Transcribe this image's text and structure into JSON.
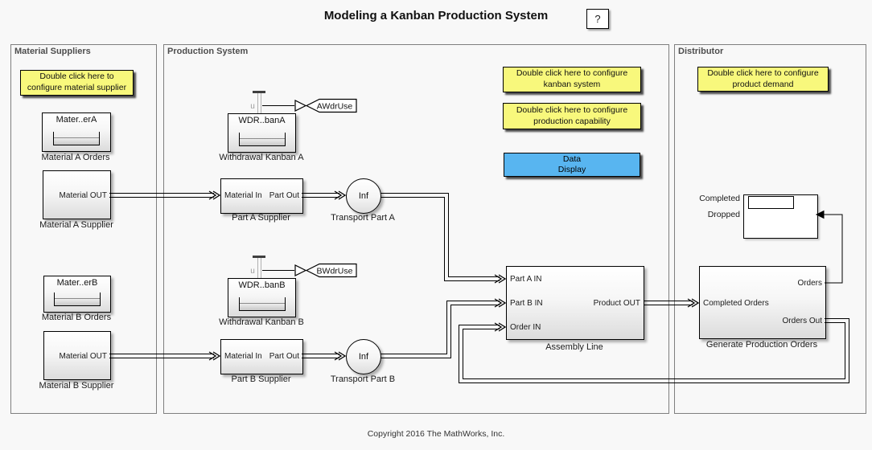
{
  "header": {
    "title": "Modeling a Kanban Production System",
    "help": "?"
  },
  "footer": {
    "copyright": "Copyright 2016 The MathWorks, Inc."
  },
  "colors": {
    "note_yellow": "#f8f87c",
    "display_blue": "#58b5f0",
    "block_border": "#000000",
    "panel_border": "#7f7f7f"
  },
  "panels": {
    "material_suppliers": {
      "label": "Material Suppliers",
      "note": "Double click here to\nconfigure material supplier",
      "material_a_orders": {
        "title": "Mater..erA",
        "caption": "Material A Orders"
      },
      "material_a_supplier": {
        "port_out": "Material OUT",
        "caption": "Material A Supplier"
      },
      "material_b_orders": {
        "title": "Mater..erB",
        "caption": "Material B Orders"
      },
      "material_b_supplier": {
        "port_out": "Material OUT",
        "caption": "Material B Supplier"
      }
    },
    "production_system": {
      "label": "Production System",
      "note_kanban": "Double click here to configure\nkanban system",
      "note_capability": "Double click here to configure\nproduction capability",
      "data_display": "Data\nDisplay",
      "withdrawal_kanban_a": {
        "title": "WDR..banA",
        "caption": "Withdrawal Kanban A",
        "tap": "u",
        "tag": "AWdrUse"
      },
      "withdrawal_kanban_b": {
        "title": "WDR..banB",
        "caption": "Withdrawal Kanban B",
        "tap": "u",
        "tag": "BWdrUse"
      },
      "part_a_supplier": {
        "port_in": "Material In",
        "port_out": "Part Out",
        "caption": "Part A Supplier"
      },
      "part_b_supplier": {
        "port_in": "Material In",
        "port_out": "Part Out",
        "caption": "Part B Supplier"
      },
      "transport_part_a": {
        "value": "Inf",
        "caption": "Transport Part A"
      },
      "transport_part_b": {
        "value": "Inf",
        "caption": "Transport Part B"
      },
      "assembly_line": {
        "port_a": "Part A IN",
        "port_b": "Part B IN",
        "port_order": "Order IN",
        "port_out": "Product OUT",
        "caption": "Assembly Line"
      }
    },
    "distributor": {
      "label": "Distributor",
      "note": "Double click here to configure\nproduct demand",
      "display": {
        "row1": "Completed",
        "row2": "Dropped"
      },
      "generate_orders": {
        "port_in": "Completed Orders",
        "port_orders": "Orders",
        "port_orders_out": "Orders Out",
        "caption": "Generate Production Orders"
      }
    }
  }
}
